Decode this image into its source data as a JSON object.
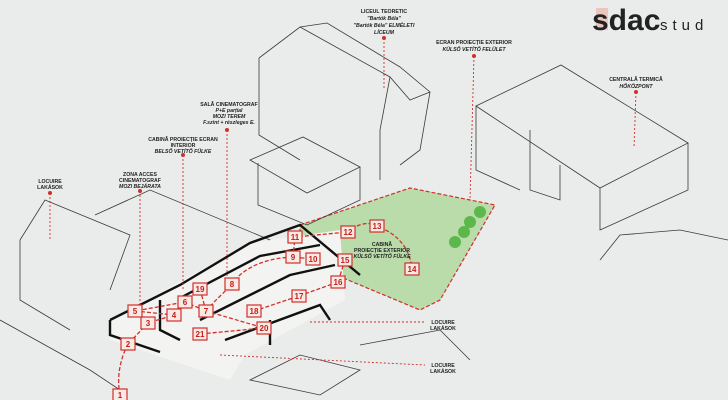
{
  "logo": {
    "text_main": "sdac",
    "text_suffix": "stud"
  },
  "labels": {
    "liceu": [
      "LICEUL TEORETIC",
      "\"Bartók Béla\"",
      "\"Bartók Béla\" ELMÉLETI",
      "LÍCEUM"
    ],
    "ecran_exterior": [
      "ECRAN PROIECȚIE EXTERIOR",
      "KÜLSŐ VETÍTŐ FELÜLET"
    ],
    "centrala": [
      "CENTRALĂ TERMICĂ",
      "HŐKÖZPONT"
    ],
    "sala": [
      "SALĂ CINEMATOGRAF",
      "P+E parțial",
      "MOZI TEREM",
      "F.szint + részleges E."
    ],
    "cabina_interior": [
      "CABINĂ PROIECȚIE ECRAN",
      "INTERIOR",
      "BELSŐ VETÍTŐ FÜLKE"
    ],
    "zona_acces": [
      "ZONA ACCES",
      "CINEMATOGRAF",
      "MOZI BEJÁRATA"
    ],
    "locuire_left": [
      "LOCUIRE",
      "LAKÁSOK"
    ],
    "cabina_exterior": [
      "CABINĂ",
      "PROIECȚIE EXTERIOR",
      "KÜLSŐ VETÍTŐ FÜLKE"
    ],
    "locuire_right1": [
      "LOCUIRE",
      "LAKÁSOK"
    ],
    "locuire_right2": [
      "LOCUIRE",
      "LAKÁSOK"
    ]
  },
  "route_numbers": [
    "1",
    "2",
    "3",
    "4",
    "5",
    "6",
    "7",
    "8",
    "9",
    "10",
    "11",
    "12",
    "13",
    "14",
    "15",
    "16",
    "17",
    "18",
    "19",
    "20",
    "21"
  ],
  "colors": {
    "accent": "#d0302a",
    "green_area": "#b9dcaa",
    "tree": "#5cb84a",
    "background": "#e9ecea"
  }
}
